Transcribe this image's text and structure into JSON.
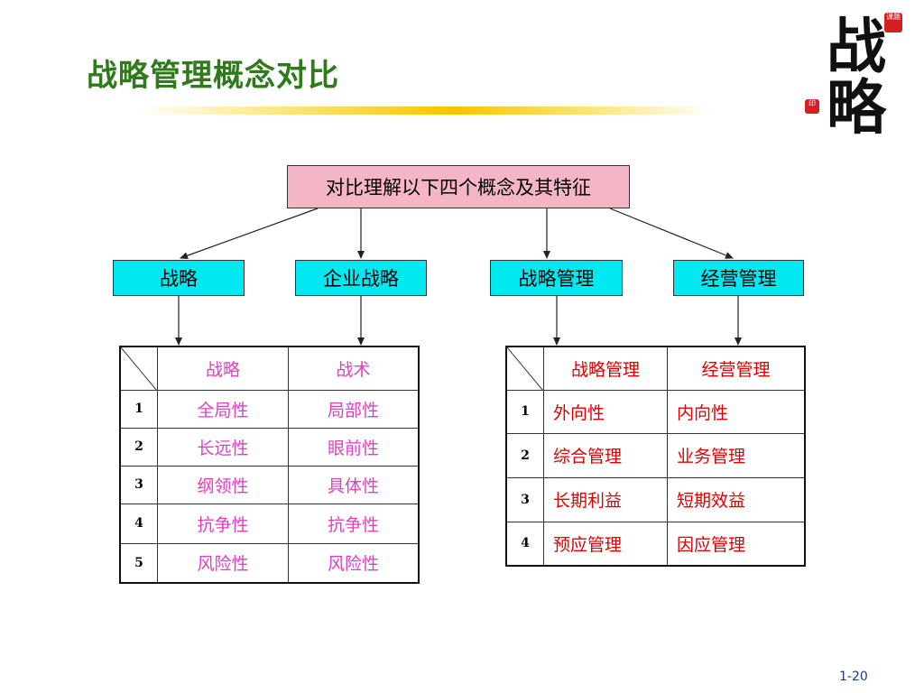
{
  "slide": {
    "title": "战略管理概念对比",
    "page_number": "1-20"
  },
  "logo": {
    "char_top": "战",
    "char_bottom": "略",
    "seal_top_text": "课题",
    "seal_side_text": "印"
  },
  "diagram": {
    "root": "对比理解以下四个概念及其特征",
    "nodes": [
      "战略",
      "企业战略",
      "战略管理",
      "经营管理"
    ]
  },
  "left_table": {
    "headers": [
      "战略",
      "战术"
    ],
    "rows": [
      {
        "num": "1",
        "a": "全局性",
        "b": "局部性"
      },
      {
        "num": "2",
        "a": "长远性",
        "b": "眼前性"
      },
      {
        "num": "3",
        "a": "纲领性",
        "b": "具体性"
      },
      {
        "num": "4",
        "a": "抗争性",
        "b": "抗争性"
      },
      {
        "num": "5",
        "a": "风险性",
        "b": "风险性"
      }
    ]
  },
  "right_table": {
    "headers": [
      "战略管理",
      "经营管理"
    ],
    "rows": [
      {
        "num": "1",
        "a": "外向性",
        "b": "内向性"
      },
      {
        "num": "2",
        "a": "综合管理",
        "b": "业务管理"
      },
      {
        "num": "3",
        "a": "长期利益",
        "b": "短期效益"
      },
      {
        "num": "4",
        "a": "预应管理",
        "b": "因应管理"
      }
    ]
  },
  "colors": {
    "title": "#2f7a1a",
    "root_box": "#f4b6c6",
    "node_box": "#00e8f0",
    "left_table_text": "#e040c0",
    "right_table_text": "#e00000"
  }
}
